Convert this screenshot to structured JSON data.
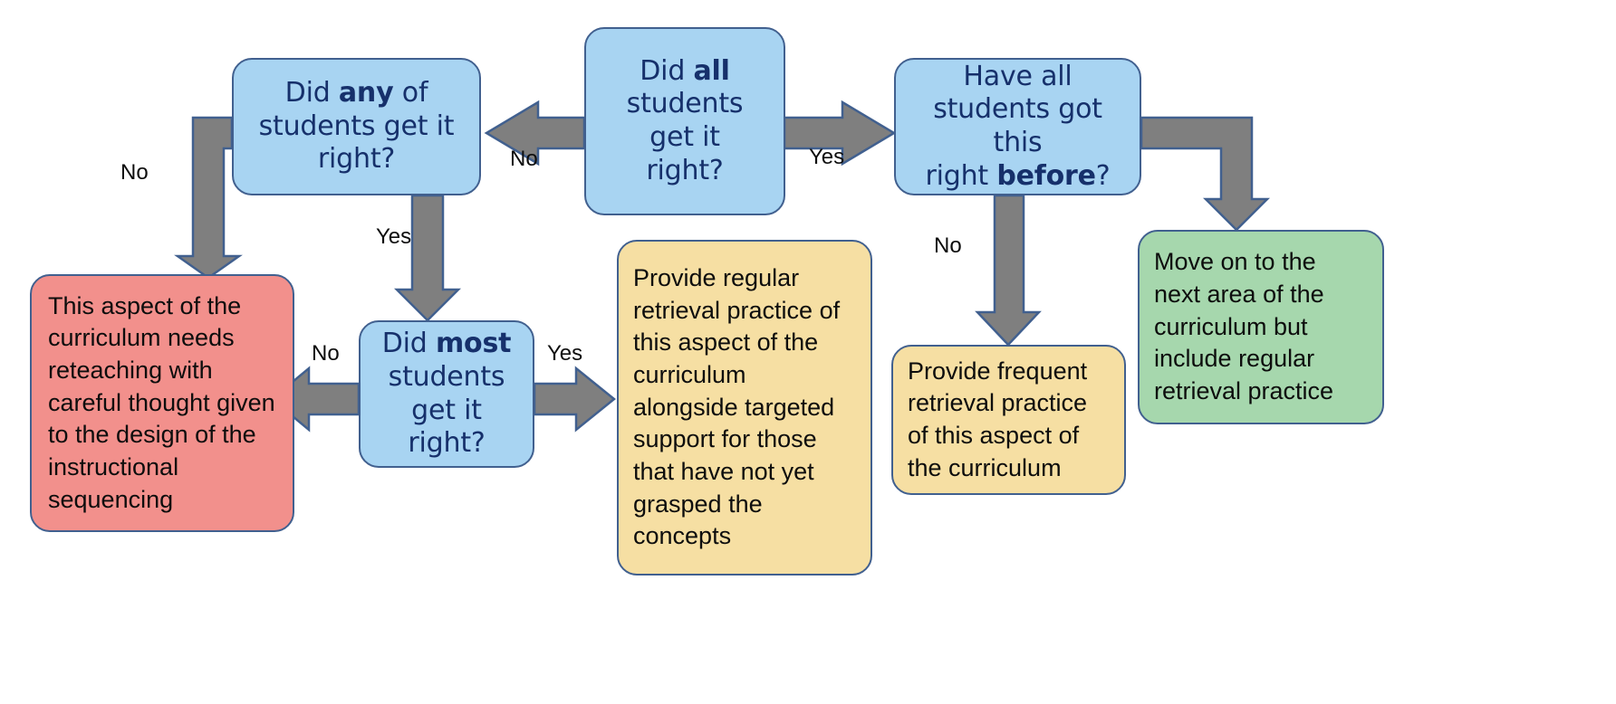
{
  "diagram": {
    "title": "Assessment response flowchart",
    "colors": {
      "decision_fill": "#a8d4f2",
      "decision_text": "#16306b",
      "reteach_fill": "#f2908c",
      "practice_fill": "#f6dfa3",
      "moveon_fill": "#a6d7ad",
      "arrow_fill": "#7f7f7f",
      "arrow_stroke": "#41608f"
    },
    "nodes": {
      "did_all": {
        "type": "decision",
        "line1_pre": "Did ",
        "line1_bold": "all",
        "line2": "students",
        "line3": "get it",
        "line4": "right?",
        "plain": "Did all students get it right?"
      },
      "did_any": {
        "type": "decision",
        "line1_pre": "Did ",
        "line1_bold": "any",
        "line1_post": " of",
        "line2": "students get it",
        "line3": "right?",
        "plain": "Did any of students get it right?"
      },
      "did_most": {
        "type": "decision",
        "line1_pre": "Did ",
        "line1_bold": "most",
        "line2": "students",
        "line3": "get it",
        "line4": "right?",
        "plain": "Did most students get it right?"
      },
      "have_all_before": {
        "type": "decision",
        "line1": "Have all",
        "line2": "students got this",
        "line3_pre": "right ",
        "line3_bold": "before",
        "line3_post": "?",
        "plain": "Have all students got this right before?"
      },
      "reteach": {
        "type": "action",
        "text": "This aspect of the curriculum needs reteaching with careful thought given to the design of the instructional sequencing"
      },
      "regular_practice": {
        "type": "action",
        "text": "Provide regular retrieval practice of this aspect of the curriculum alongside targeted support for those that have not yet grasped the concepts"
      },
      "frequent_practice": {
        "type": "action",
        "text": "Provide frequent retrieval practice of this aspect of the curriculum"
      },
      "move_on": {
        "type": "action",
        "text": "Move on to the next area of the curriculum but include regular retrieval practice"
      }
    },
    "edges": [
      {
        "id": "all-no-any",
        "label": "No",
        "from": "did_all",
        "to": "did_any"
      },
      {
        "id": "all-yes-before",
        "label": "Yes",
        "from": "did_all",
        "to": "have_all_before"
      },
      {
        "id": "any-no-reteach",
        "label": "No",
        "from": "did_any",
        "to": "reteach"
      },
      {
        "id": "any-yes-most",
        "label": "Yes",
        "from": "did_any",
        "to": "did_most"
      },
      {
        "id": "most-no-reteach",
        "label": "No",
        "from": "did_most",
        "to": "reteach"
      },
      {
        "id": "most-yes-regular",
        "label": "Yes",
        "from": "did_most",
        "to": "regular_practice"
      },
      {
        "id": "before-no-frequent",
        "label": "No",
        "from": "have_all_before",
        "to": "frequent_practice"
      },
      {
        "id": "before-moveon",
        "label": "",
        "from": "have_all_before",
        "to": "move_on"
      }
    ]
  }
}
